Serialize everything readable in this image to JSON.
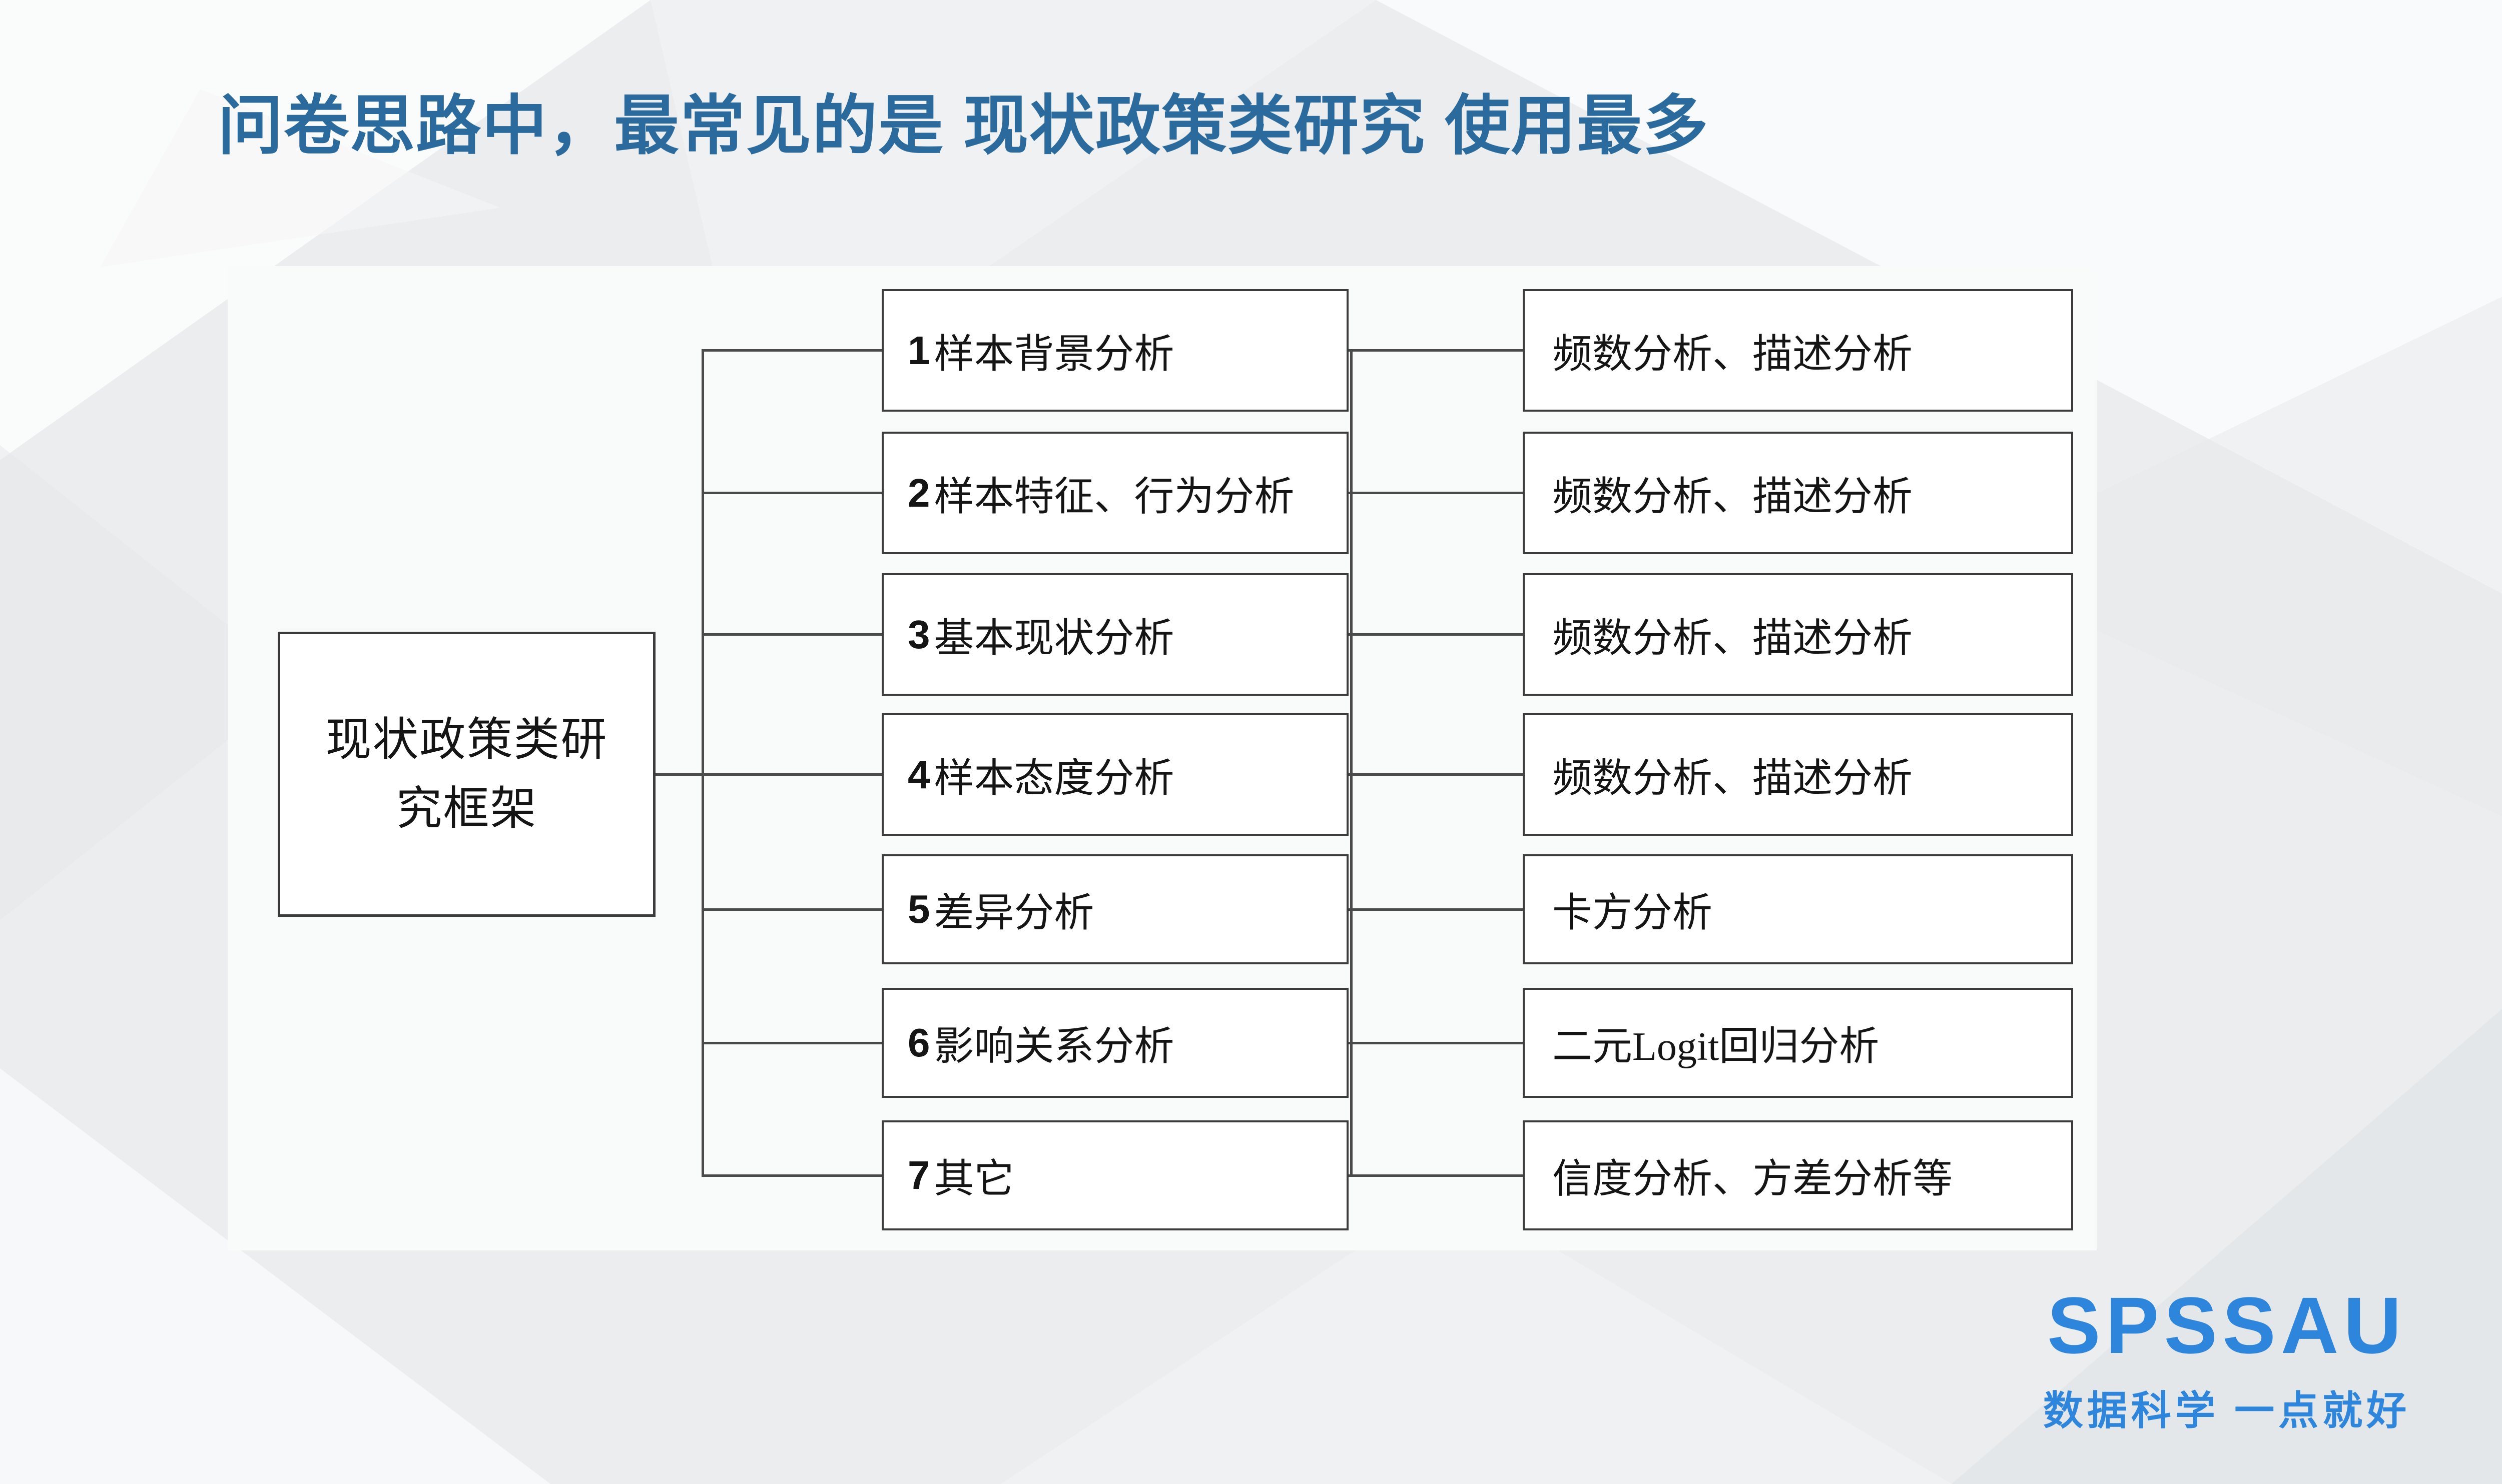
{
  "title": {
    "prefix": "问卷思路中，最常见的是 ",
    "highlight": "现状政策类研究",
    "suffix": " 使用最多"
  },
  "colors": {
    "title_blue": "#2b6a9c",
    "logo_blue": "#2e86dc",
    "box_border": "#3c3c3c",
    "connector_gray": "#4a4a4a",
    "background": "#ebedee"
  },
  "diagram": {
    "root": {
      "label": "现状政策类研究框架",
      "lines": [
        "现状政策类研",
        "究框架"
      ]
    },
    "rows": [
      {
        "num": "1",
        "label": "样本背景分析",
        "method": "频数分析、描述分析"
      },
      {
        "num": "2",
        "label": "样本特征、行为分析",
        "method": "频数分析、描述分析"
      },
      {
        "num": "3",
        "label": "基本现状分析",
        "method": "频数分析、描述分析"
      },
      {
        "num": "4",
        "label": "样本态度分析",
        "method": "频数分析、描述分析"
      },
      {
        "num": "5",
        "label": "差异分析",
        "method": "卡方分析"
      },
      {
        "num": "6",
        "label": "影响关系分析",
        "method": "二元Logit回归分析"
      },
      {
        "num": "7",
        "label": "其它",
        "method": "信度分析、方差分析等"
      }
    ]
  },
  "logo": {
    "brand": "SPSSAU",
    "tagline": "数据科学 一点就好"
  }
}
